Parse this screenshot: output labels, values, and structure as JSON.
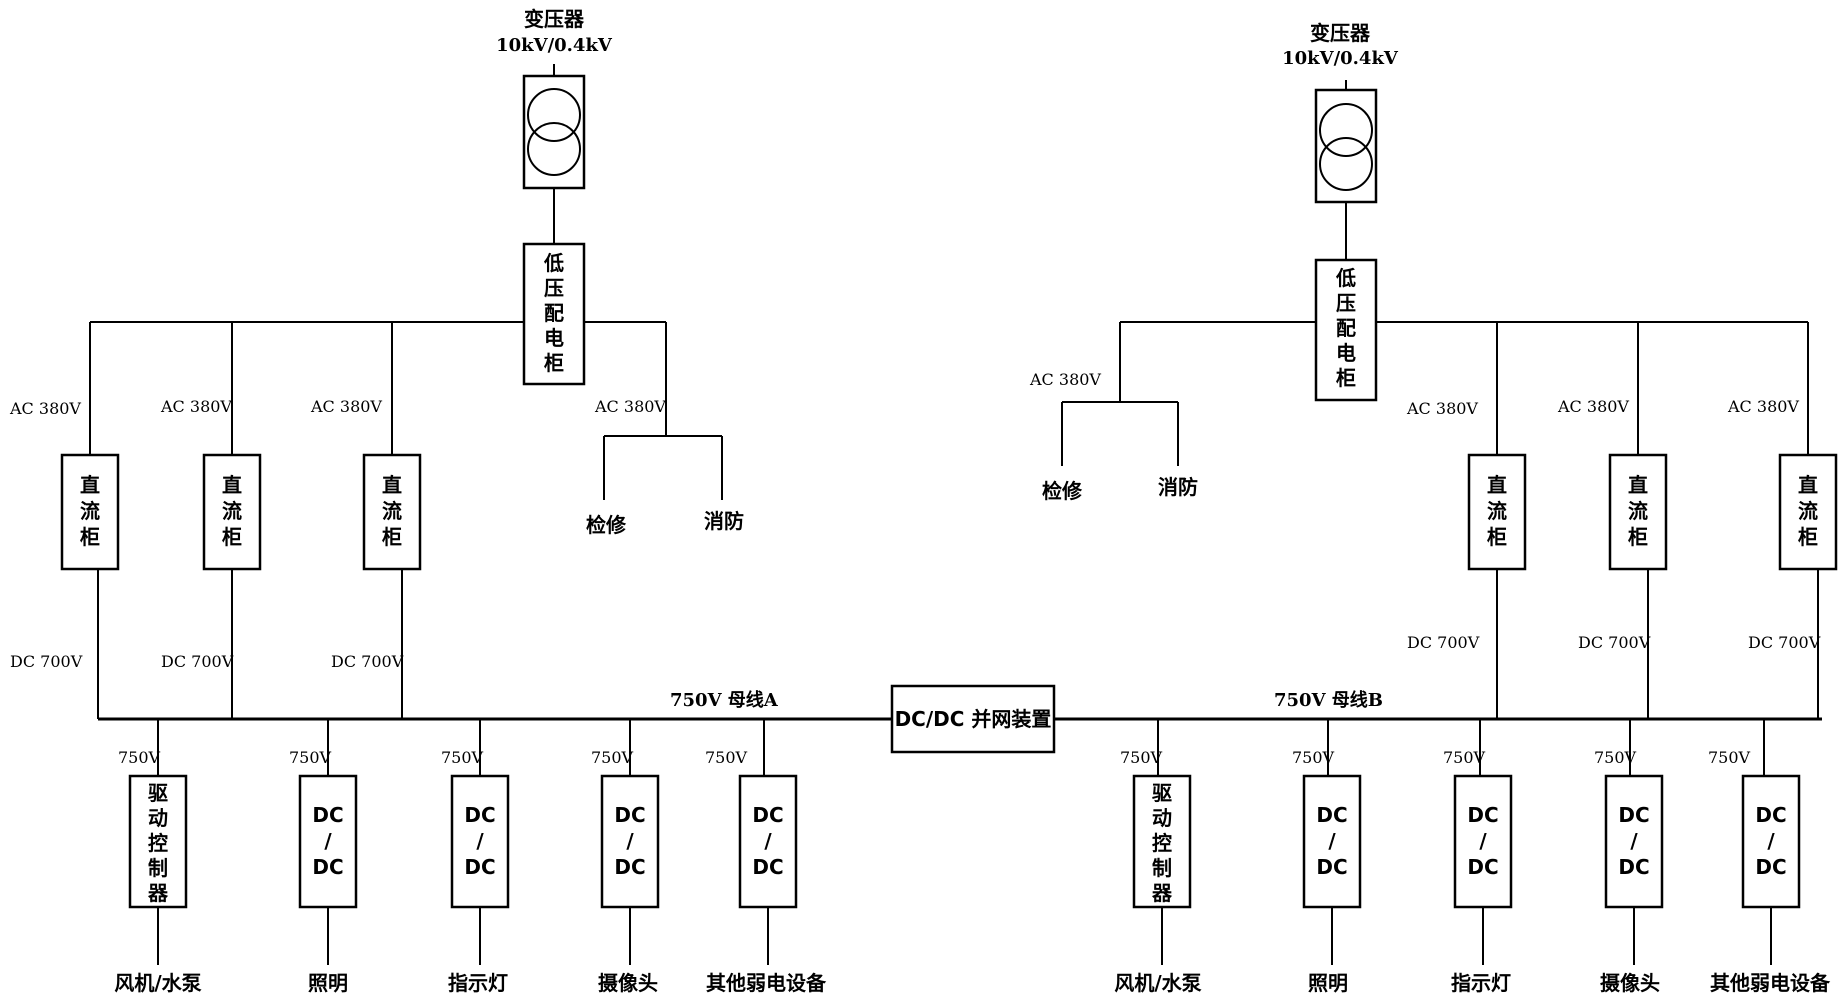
{
  "transformer": {
    "title": "变压器",
    "rating": "10kV/0.4kV"
  },
  "lv_cabinet": [
    "低",
    "压",
    "配",
    "电",
    "柜"
  ],
  "dc_cabinet": [
    "直",
    "流",
    "柜"
  ],
  "drive_ctrl": [
    "驱",
    "动",
    "控",
    "制",
    "器"
  ],
  "dcdc_box": [
    "DC",
    "/",
    "DC"
  ],
  "labels": {
    "ac380": "AC 380V",
    "dc700": "DC 700V",
    "v750": "750V",
    "maintenance": "检修",
    "fire": "消防",
    "bus_a": "750V 母线A",
    "bus_b": "750V 母线B",
    "grid_tie": "DC/DC 并网装置"
  },
  "loads": [
    "风机/水泵",
    "照明",
    "指示灯",
    "摄像头",
    "其他弱电设备"
  ]
}
